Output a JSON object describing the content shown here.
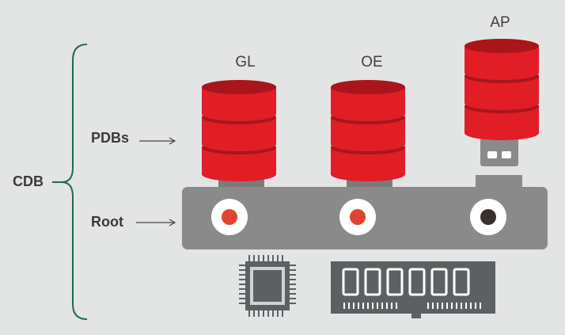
{
  "labels": {
    "cdb": "CDB",
    "pdbs": "PDBs",
    "root": "Root"
  },
  "databases": [
    {
      "name": "GL",
      "plugged": true
    },
    {
      "name": "OE",
      "plugged": true
    },
    {
      "name": "AP",
      "plugged": false
    }
  ],
  "icons": [
    "cpu-chip-icon",
    "memory-module-icon"
  ],
  "colors": {
    "background": "#e3e4e4",
    "cylinder_red": "#e11d26",
    "cylinder_dark": "#a8161c",
    "root_bar": "#8a8a8a",
    "port_plugged": "#e0432e",
    "port_unplugged": "#3a2f2f",
    "bracket": "#1e6b4a",
    "hardware": "#5d6063"
  }
}
